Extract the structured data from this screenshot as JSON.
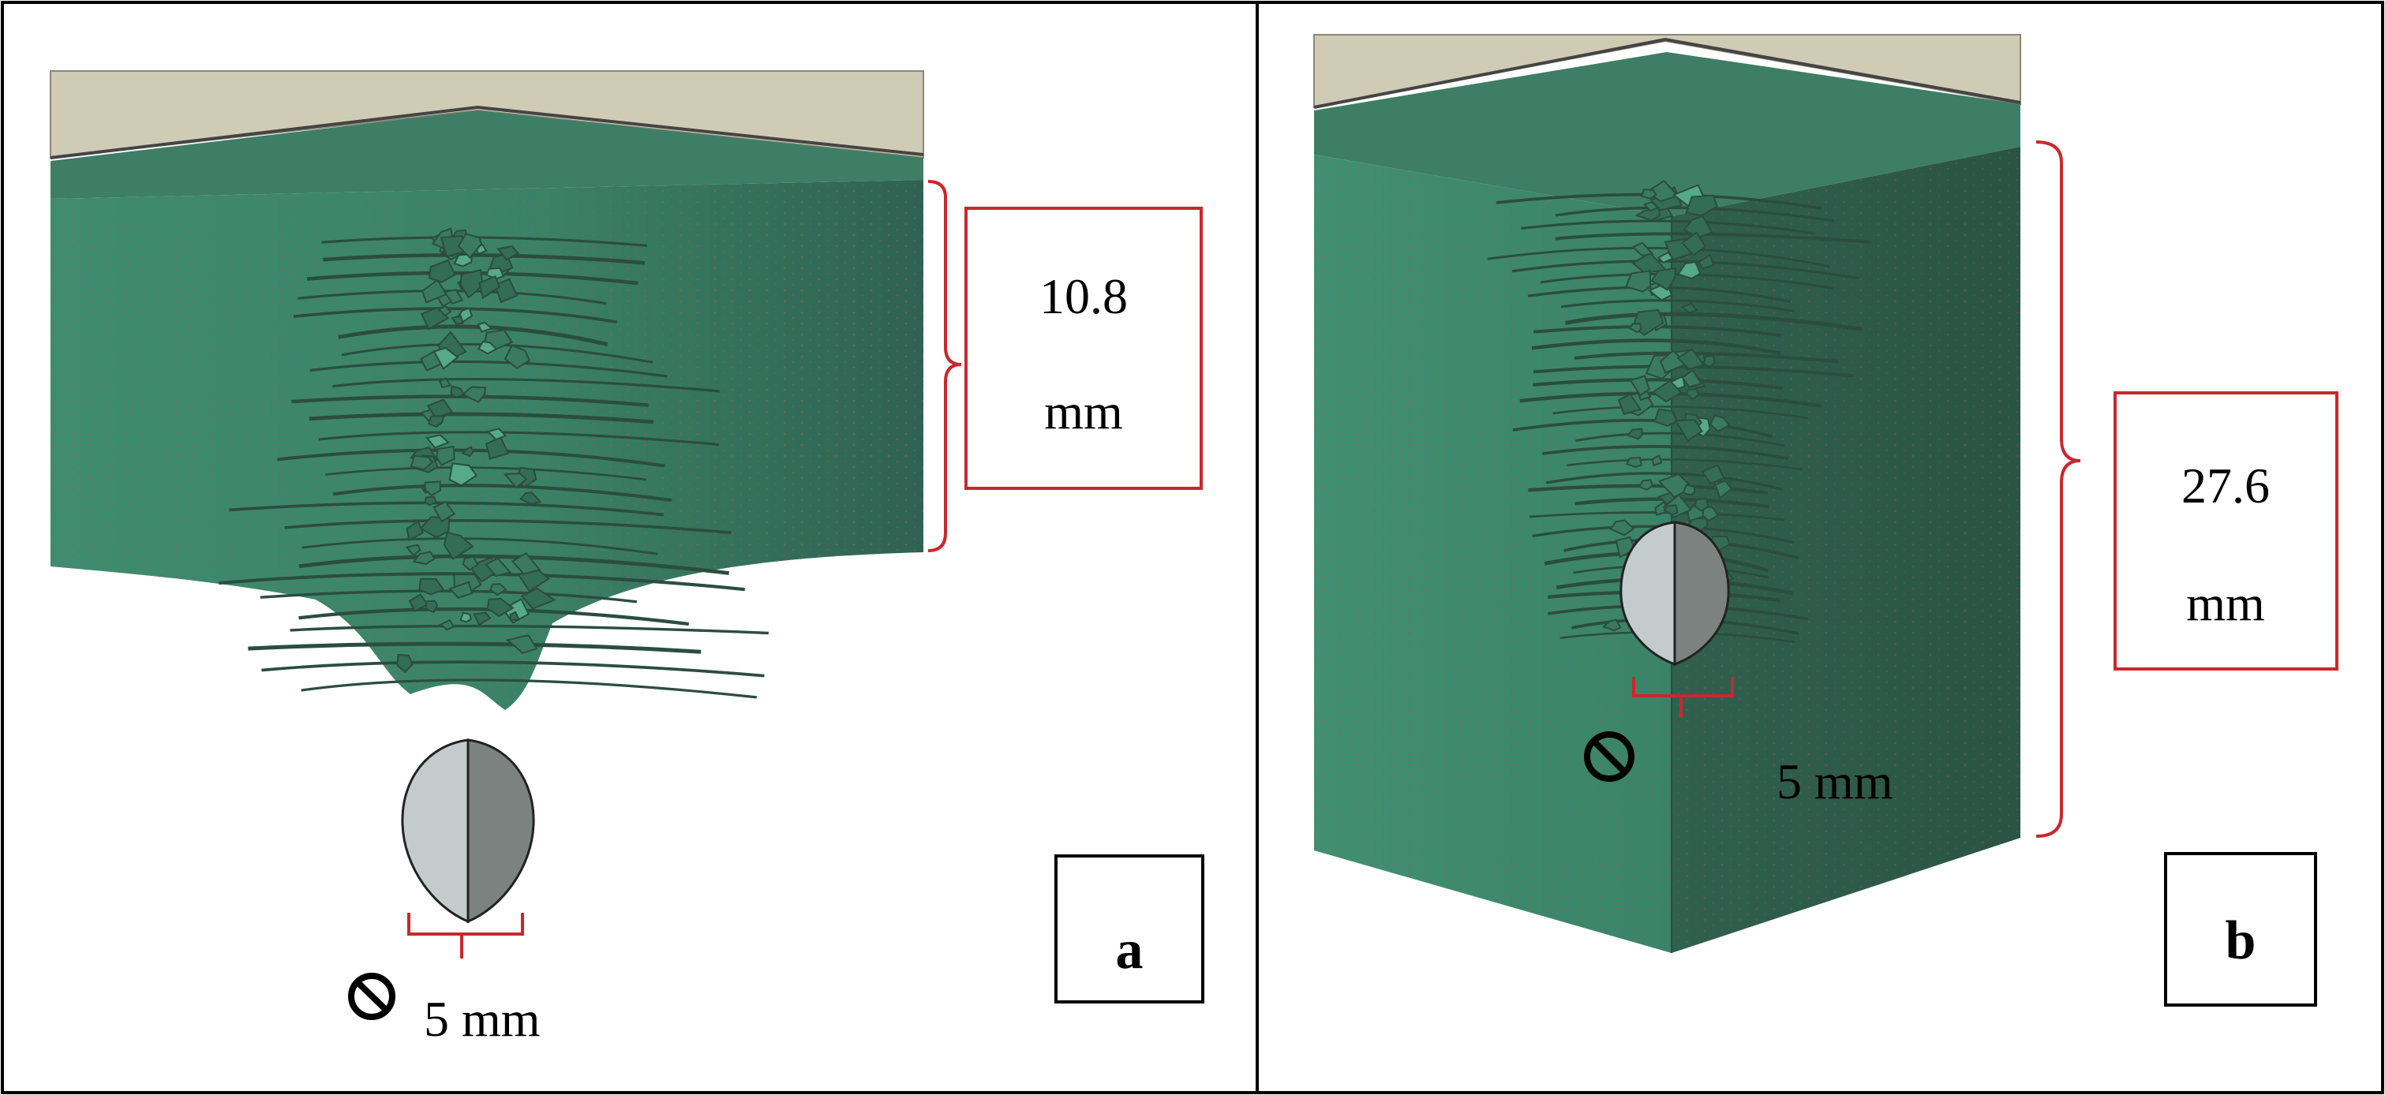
{
  "panels": [
    {
      "id": "a",
      "letter": "a",
      "thickness_value": "10.8",
      "thickness_unit": "mm",
      "diameter_label": "5 mm"
    },
    {
      "id": "b",
      "letter": "b",
      "thickness_value": "27.6",
      "thickness_unit": "mm",
      "diameter_label": "5 mm"
    }
  ],
  "colors": {
    "plate_front": "#3d8a6e",
    "plate_top": "#3e7e66",
    "plate_side": "#2f5e4d",
    "backing": "#cfcbb5",
    "bracket": "#c8282d",
    "projectile_light": "#c3cbcc",
    "projectile_dark": "#7c8280",
    "debris": "#2b4d40",
    "debris_light": "#56a98a",
    "frame": "#000000"
  },
  "icons": {
    "diameter_symbol": "diameter-icon"
  }
}
